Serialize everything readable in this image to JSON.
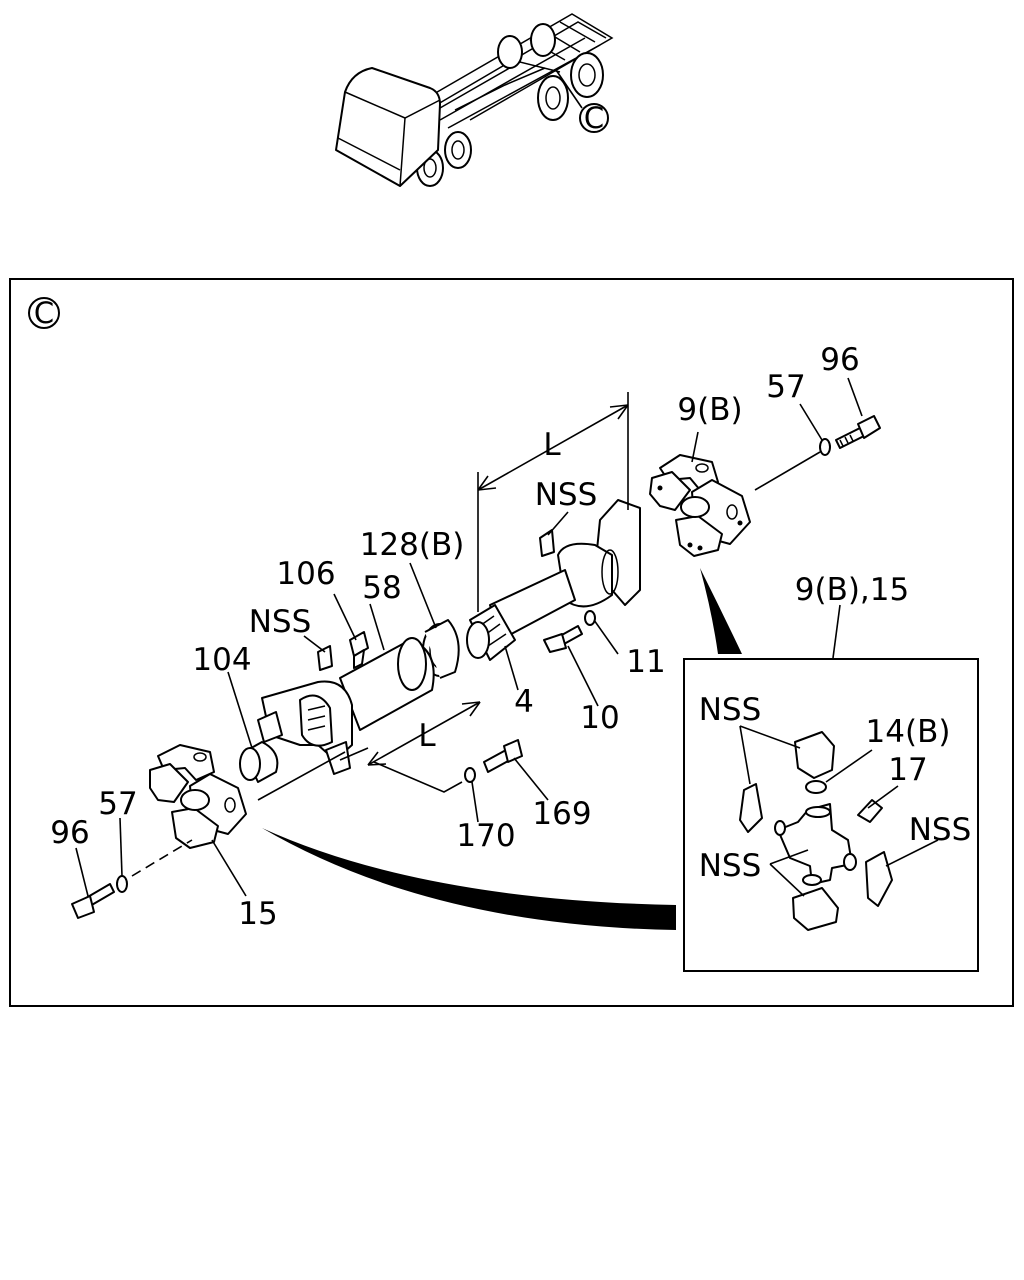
{
  "callout_letter": "C",
  "labels": {
    "l96_right": "96",
    "l57_right": "57",
    "l9b_top": "9(B)",
    "l_L_top": "L",
    "l_nss_top": "NSS",
    "l128b": "128(B)",
    "l106": "106",
    "l58": "58",
    "l_nss_mid": "NSS",
    "l104": "104",
    "l11": "11",
    "l4": "4",
    "l10": "10",
    "l_L_bot": "L",
    "l169": "169",
    "l170": "170",
    "l57_left": "57",
    "l96_left": "96",
    "l15": "15",
    "l9b15": "9(B),15",
    "inset_nss_tl": "NSS",
    "inset_14b": "14(B)",
    "inset_17": "17",
    "inset_nss_r": "NSS",
    "inset_nss_bl": "NSS"
  }
}
